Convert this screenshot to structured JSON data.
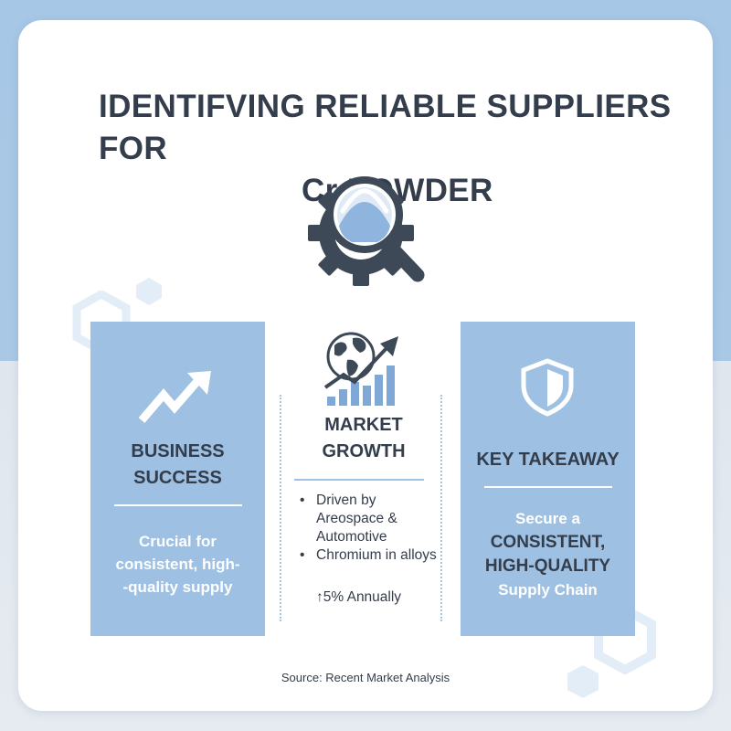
{
  "title": {
    "line1": "IDENTIFVING RELIABLE SUPPLIERS FOR",
    "line2": "Cr POWDER"
  },
  "icons": {
    "hero": "magnifier-gear-icon",
    "left": "trending-up-arrow-icon",
    "middle": "globe-bar-chart-icon",
    "right": "shield-icon",
    "decor": "hexagon-outline"
  },
  "panels": {
    "left": {
      "title_line1": "BUSINESS",
      "title_line2": "SUCCESS",
      "text_line1": "Crucial for",
      "text_line2": "consistent, high-",
      "text_line3": "-quality supply"
    },
    "middle": {
      "title_line1": "MARKET",
      "title_line2": "GROWTH",
      "bullet1_line1": "Driven by",
      "bullet1_line2": "Areospace &",
      "bullet1_line3": "Automotive",
      "bullet2": "Chromium in alloys",
      "growth": "↑5% Annually"
    },
    "right": {
      "title": "KEY TAKEAWAY",
      "text_line1": "Secure a",
      "text_line2": "CONSISTENT,",
      "text_line3": "HIGH-QUALITY",
      "text_line4": "Supply Chain"
    }
  },
  "source": "Source: Recent Market Analysis",
  "colors": {
    "accent_blue": "#9ec0e2",
    "dark_text": "#333d4b",
    "icon_fill": "#3e4957"
  }
}
